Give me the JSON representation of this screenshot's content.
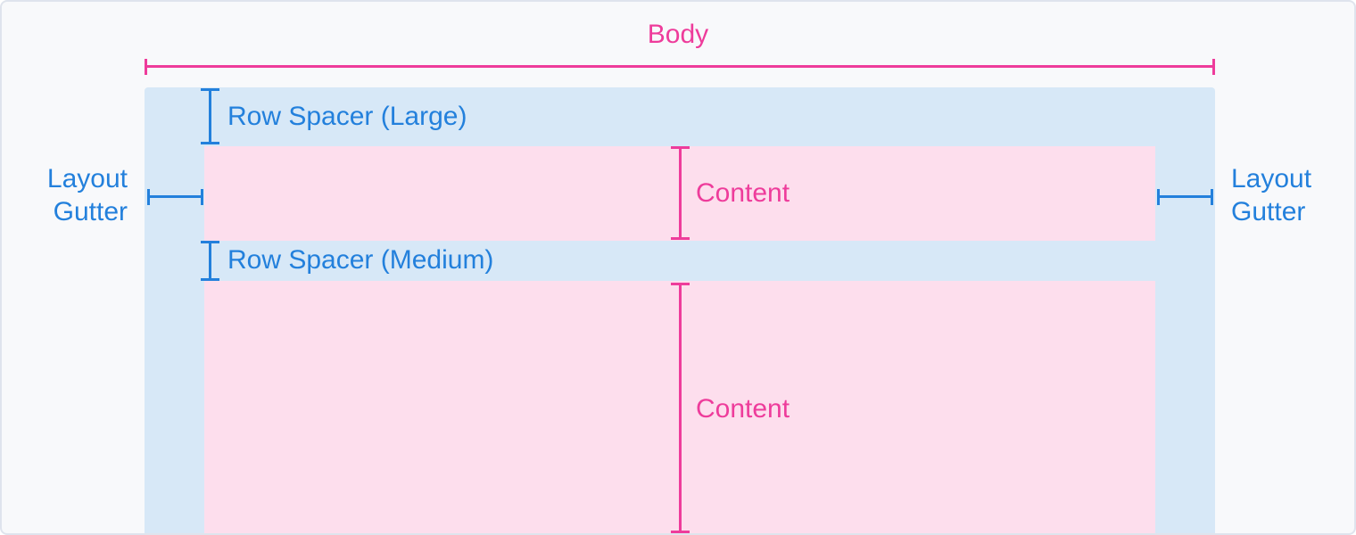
{
  "diagram": {
    "body_label": "Body",
    "row_spacer_large_label": "Row Spacer (Large)",
    "row_spacer_medium_label": "Row Spacer (Medium)",
    "content_label_1": "Content",
    "content_label_2": "Content",
    "layout_gutter_left_label": "Layout Gutter",
    "layout_gutter_right_label": "Layout Gutter",
    "colors": {
      "accent_pink": "#EE3C9B",
      "accent_blue": "#2380DC",
      "body_fill": "#D7E8F7",
      "content_fill": "#FDDEED",
      "canvas_bg": "#F8F9FB",
      "frame_border": "#DFE4ED"
    }
  }
}
